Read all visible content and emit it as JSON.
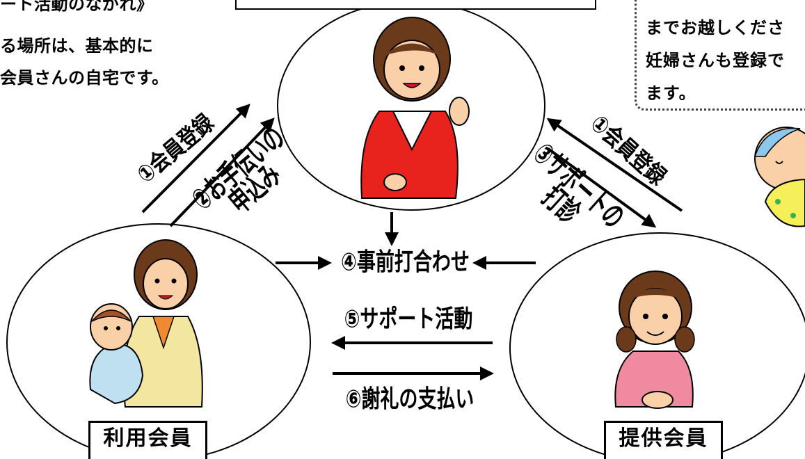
{
  "intro_text": {
    "line1": "ート活動のながれ》",
    "line2": "る場所は、基本的に",
    "line3": "会員さんの自宅です。"
  },
  "note_text": {
    "line1": "までお越しくださ",
    "line2": "妊婦さんも登録で",
    "line3": "ます。"
  },
  "flow_labels": {
    "register_left": "①会員登録",
    "apply_line1": "②お手伝いの",
    "apply_line2": "申込み",
    "register_right": "①会員登録",
    "consult_line1": "③サポートの",
    "consult_line2": "打診",
    "pre_meeting": "④事前打合わせ",
    "support": "⑤サポート活動",
    "payment": "⑥謝礼の支払い"
  },
  "member_boxes": {
    "user": "利用会員",
    "provider": "提供会員"
  },
  "colors": {
    "advisor_jacket": "#e8231e",
    "provider_shirt": "#f08aa0",
    "user_jacket": "#f3e6a0",
    "skin": "#f9d0a8",
    "hair": "#6b3a1a"
  }
}
